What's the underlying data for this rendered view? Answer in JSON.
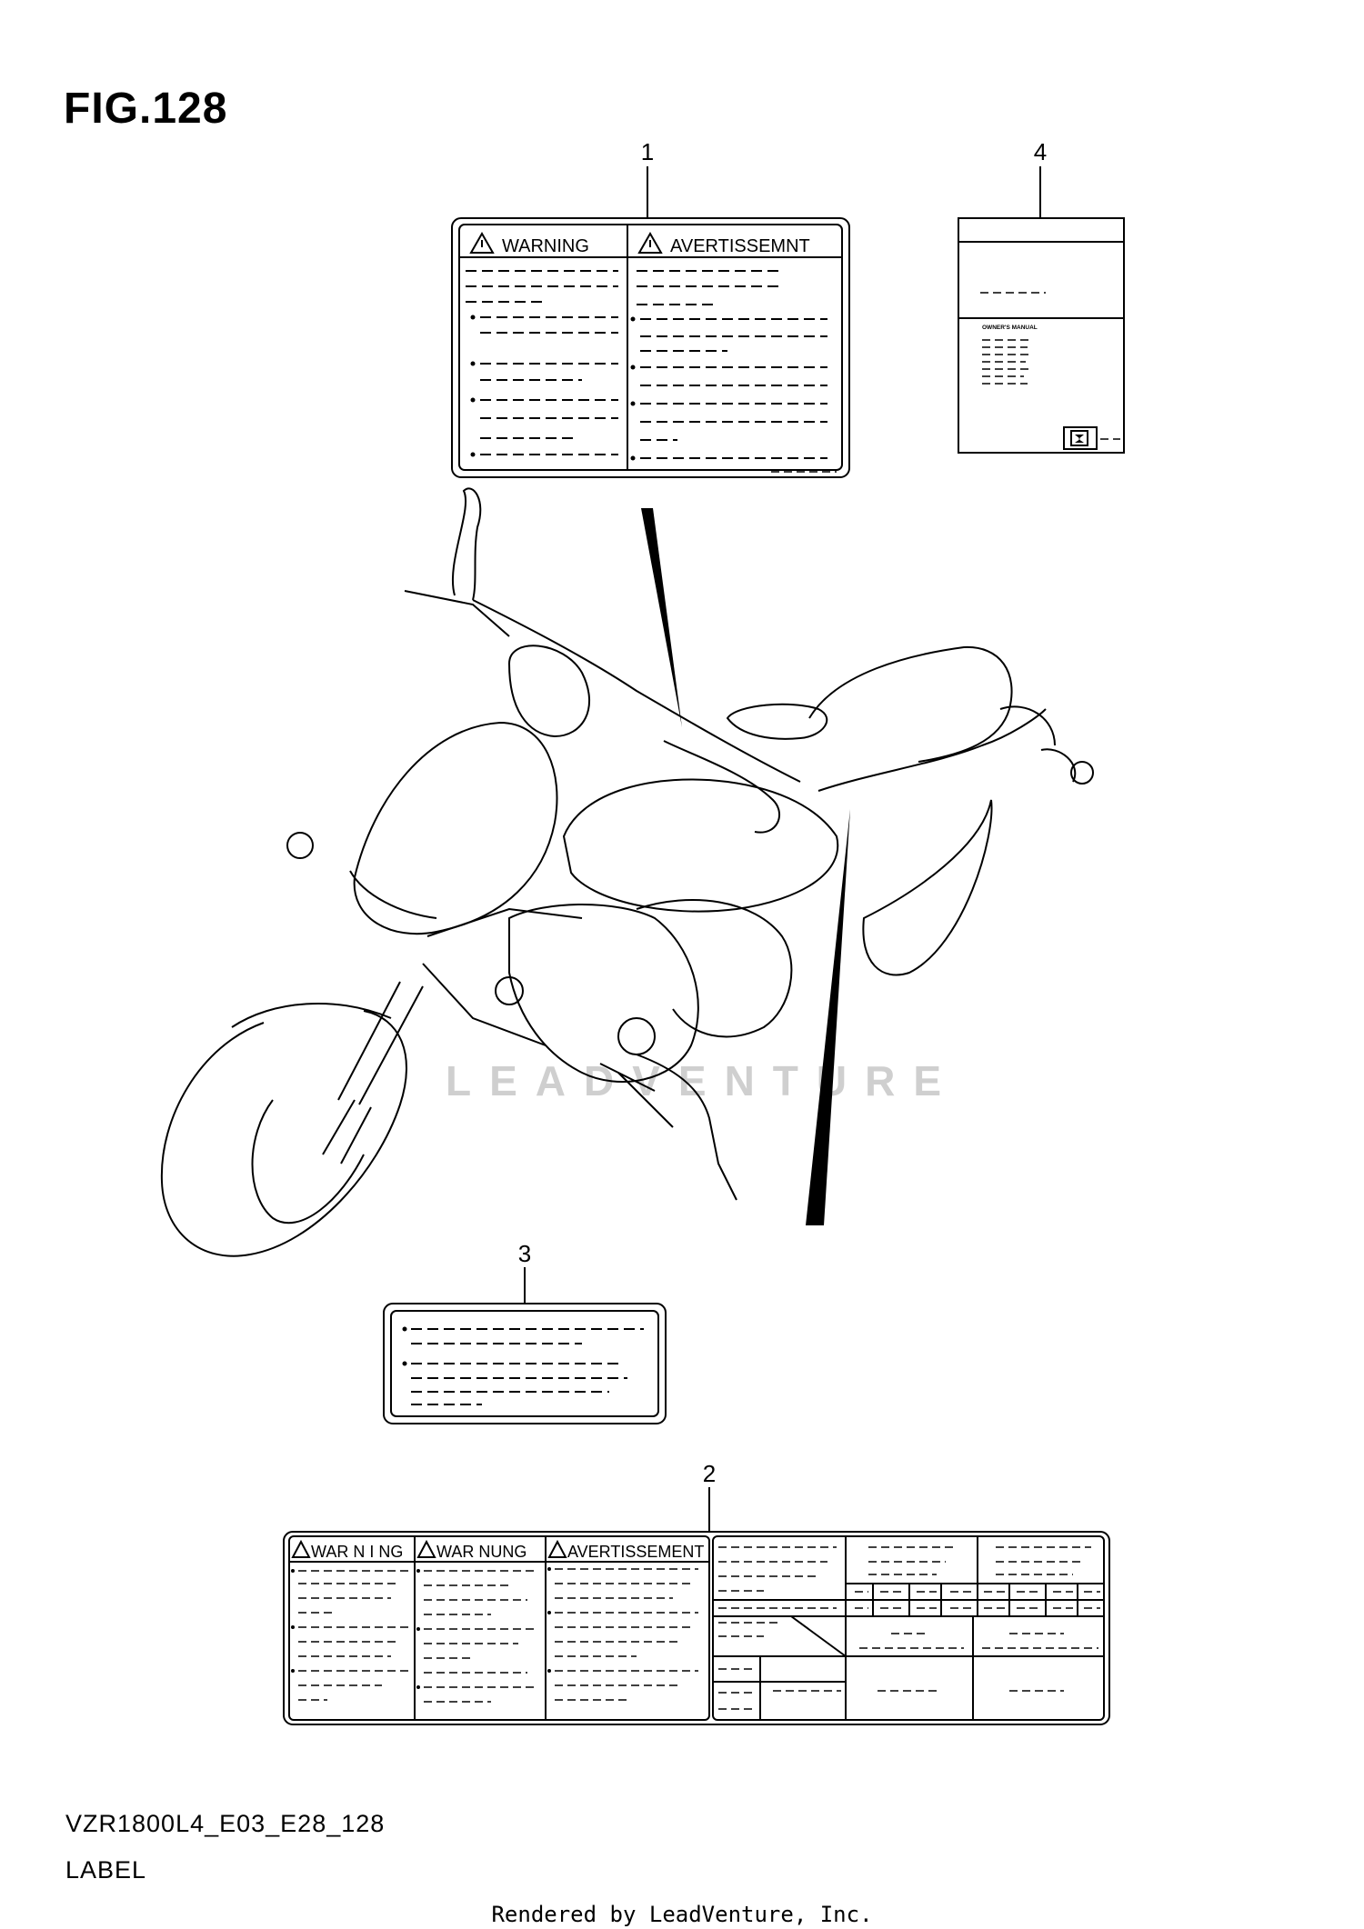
{
  "figure_title": "FIG.128",
  "parts": [
    {
      "callout": "1",
      "labels": [
        "WARNING",
        "AVERTISSEMNT"
      ]
    },
    {
      "callout": "2",
      "labels": [
        "WAR N I NG",
        "WAR NUNG",
        "AVERTISSEMENT"
      ]
    },
    {
      "callout": "3"
    },
    {
      "callout": "4",
      "labels": [
        "OWNER'S MANUAL"
      ]
    }
  ],
  "watermark": "LEADVENTURE",
  "model_code": "VZR1800L4_E03_E28_128",
  "subtitle": "LABEL",
  "footer": "Rendered by LeadVenture, Inc."
}
